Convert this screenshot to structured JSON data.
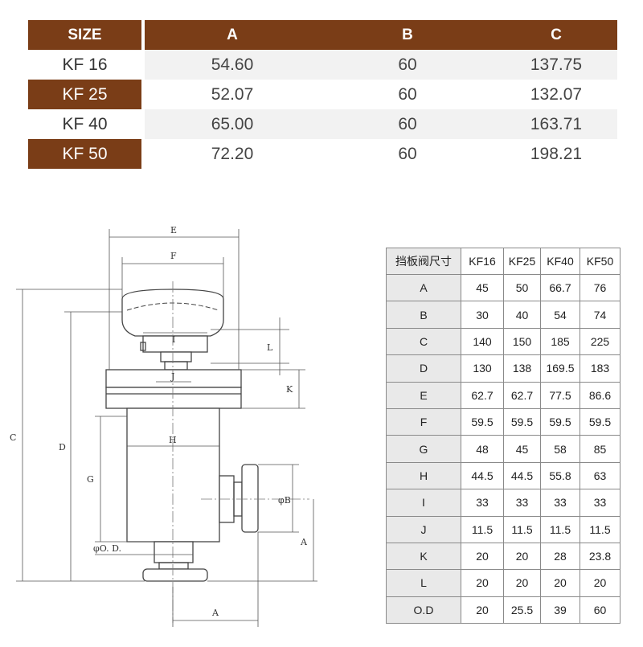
{
  "top_table": {
    "headers": [
      "SIZE",
      "A",
      "B",
      "C"
    ],
    "rows": [
      [
        "KF 16",
        "54.60",
        "60",
        "137.75"
      ],
      [
        "KF 25",
        "52.07",
        "60",
        "132.07"
      ],
      [
        "KF 40",
        "65.00",
        "60",
        "163.71"
      ],
      [
        "KF 50",
        "72.20",
        "60",
        "198.21"
      ]
    ]
  },
  "dim_table": {
    "headers": [
      "挡板阀尺寸",
      "KF16",
      "KF25",
      "KF40",
      "KF50"
    ],
    "rows": [
      [
        "A",
        "45",
        "50",
        "66.7",
        "76"
      ],
      [
        "B",
        "30",
        "40",
        "54",
        "74"
      ],
      [
        "C",
        "140",
        "150",
        "185",
        "225"
      ],
      [
        "D",
        "130",
        "138",
        "169.5",
        "183"
      ],
      [
        "E",
        "62.7",
        "62.7",
        "77.5",
        "86.6"
      ],
      [
        "F",
        "59.5",
        "59.5",
        "59.5",
        "59.5"
      ],
      [
        "G",
        "48",
        "45",
        "58",
        "85"
      ],
      [
        "H",
        "44.5",
        "44.5",
        "55.8",
        "63"
      ],
      [
        "I",
        "33",
        "33",
        "33",
        "33"
      ],
      [
        "J",
        "11.5",
        "11.5",
        "11.5",
        "11.5"
      ],
      [
        "K",
        "20",
        "20",
        "28",
        "23.8"
      ],
      [
        "L",
        "20",
        "20",
        "20",
        "20"
      ],
      [
        "O.D",
        "20",
        "25.5",
        "39",
        "60"
      ]
    ]
  },
  "drawing_labels": {
    "E": "E",
    "F": "F",
    "I": "I",
    "L": "L",
    "J": "J",
    "K": "K",
    "C": "C",
    "D": "D",
    "G": "G",
    "H": "H",
    "B": "φB",
    "OD": "φO. D.",
    "A_right": "A",
    "A_bottom": "A"
  },
  "colors": {
    "brand": "#7a3d17",
    "row_shade": "#f2f2f2",
    "label_cell": "#e9e9e9"
  }
}
